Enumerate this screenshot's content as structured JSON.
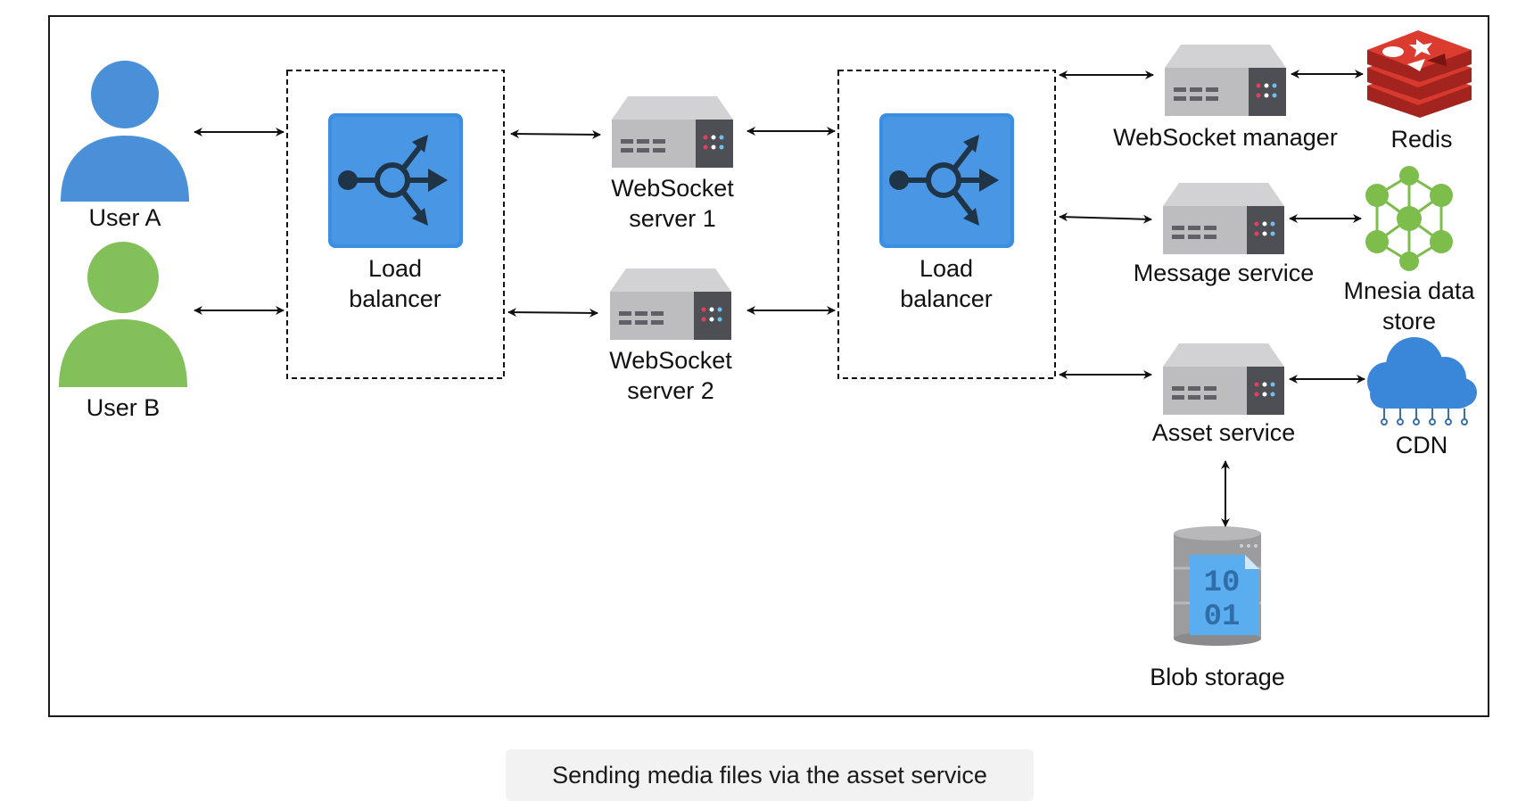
{
  "nodes": {
    "user_a": "User A",
    "user_b": "User B",
    "lb_left_line1": "Load",
    "lb_left_line2": "balancer",
    "ws1_line1": "WebSocket",
    "ws1_line2": "server 1",
    "ws2_line1": "WebSocket",
    "ws2_line2": "server 2",
    "lb_right_line1": "Load",
    "lb_right_line2": "balancer",
    "ws_manager": "WebSocket manager",
    "message_service": "Message service",
    "asset_service": "Asset service",
    "redis": "Redis",
    "mnesia_line1": "Mnesia data",
    "mnesia_line2": "store",
    "cdn": "CDN",
    "blob_storage": "Blob storage",
    "blob_glyph_line1": "10",
    "blob_glyph_line2": "01"
  },
  "caption": "Sending media files via the asset service",
  "colors": {
    "user_a": "#4a90d9",
    "user_b": "#82c05a",
    "load_balancer": "#3d8ee0",
    "server_body": "#c9c9cc",
    "redis": "#d12f2c",
    "mnesia": "#7dbd4c",
    "cdn": "#3a86d8",
    "blob": "#9a9a9a"
  },
  "icons": {
    "user": "person-icon",
    "load_balancer": "load-balancer-icon",
    "server": "server-icon",
    "redis": "redis-icon",
    "mnesia": "graph-database-icon",
    "cdn": "cloud-icon",
    "blob": "blob-storage-icon"
  }
}
